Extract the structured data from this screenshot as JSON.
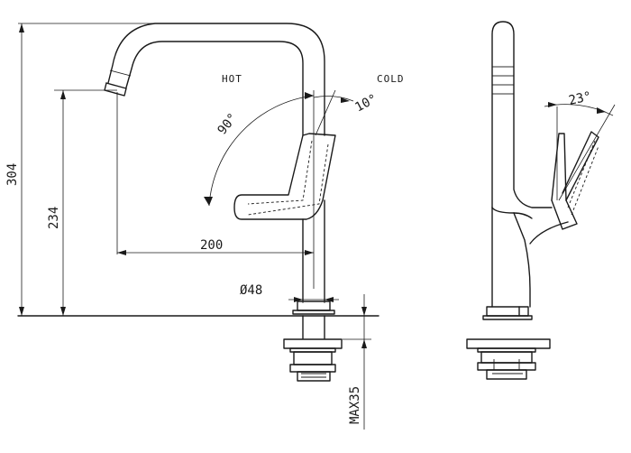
{
  "labels": {
    "hot": "HOT",
    "cold": "COLD",
    "angle_handle": "90°",
    "angle_cold": "10°",
    "angle_side": "23°",
    "dim_total_height": "304",
    "dim_spout_height": "234",
    "dim_reach": "200",
    "dim_diameter": "Ø48",
    "dim_max_deck": "MAX35"
  }
}
